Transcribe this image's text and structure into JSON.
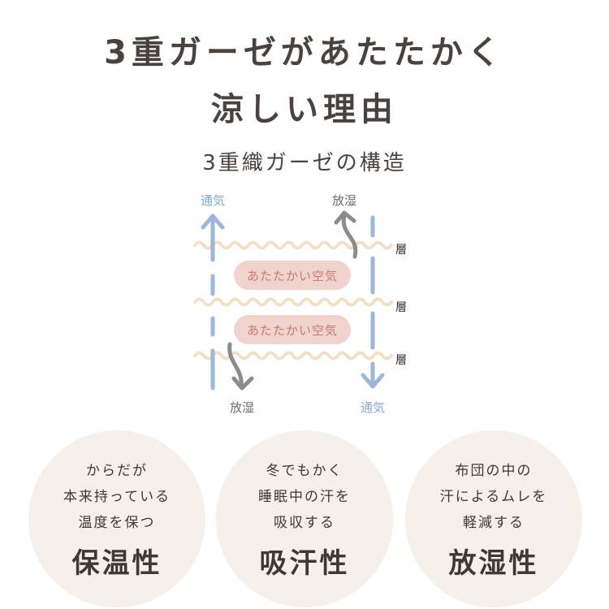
{
  "title": {
    "line1": "3重ガーゼがあたたかく",
    "line2": "涼しい理由"
  },
  "diagram": {
    "heading": "3重織ガーゼの構造",
    "labels": {
      "ventilation_top": "通気",
      "moisture_top": "放湿",
      "moisture_bottom": "放湿",
      "ventilation_bottom": "通気",
      "layer": "層"
    },
    "air_pockets": [
      "あたたかい空気",
      "あたたかい空気"
    ],
    "colors": {
      "wave": "#f2dfc8",
      "pill": "#f0d3cc",
      "pill_text": "#c87a74",
      "blue_arrow": "#9fb6d8",
      "gray_arrow": "#8c8c8c"
    }
  },
  "features": [
    {
      "lines": [
        "からだが",
        "本来持っている",
        "温度を保つ"
      ],
      "label": "保温性"
    },
    {
      "lines": [
        "冬でもかく",
        "睡眠中の汗を",
        "吸収する"
      ],
      "label": "吸汗性"
    },
    {
      "lines": [
        "布団の中の",
        "汗によるムレを",
        "軽減する"
      ],
      "label": "放湿性"
    }
  ]
}
